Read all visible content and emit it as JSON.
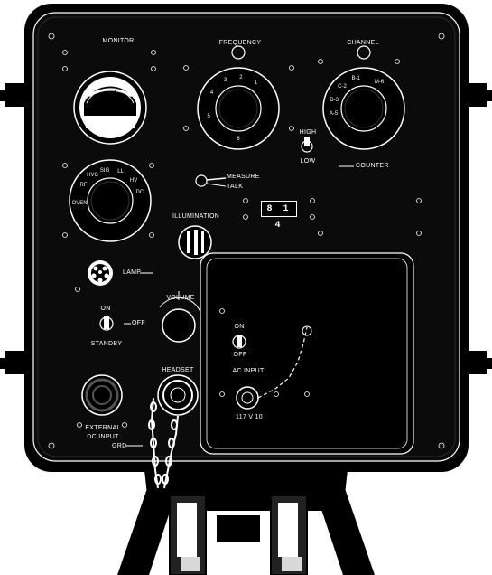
{
  "labels": {
    "monitor": "MONITOR",
    "frequency": "FREQUENCY",
    "channel": "CHANNEL",
    "high": "HIGH",
    "low": "LOW",
    "counter": "COUNTER",
    "measure": "MEASURE",
    "talk": "TALK",
    "illumination": "ILLUMINATION",
    "lamp": "LAMP",
    "volume": "VOLUME",
    "on_standby": "ON",
    "off_standby": "OFF",
    "standby": "STANDBY",
    "headset": "HEADSET",
    "external_dc_1": "EXTERNAL",
    "external_dc_2": "DC INPUT",
    "grd": "GRD",
    "on_ac": "ON",
    "off_ac": "OFF",
    "ac_input": "AC INPUT",
    "voltage": "117 V 10"
  },
  "counter_value": "8 1 4",
  "frequency_dial": [
    "1",
    "2",
    "3",
    "4",
    "5",
    "6"
  ],
  "channel_dial": [
    "A-5",
    "D-3",
    "C-2",
    "B-1",
    "M-6"
  ],
  "mode_dial": [
    "OVEN",
    "RF",
    "HVC",
    "SIG",
    "LL",
    "HV",
    "DC"
  ],
  "colors": {
    "panel": "#0b0b0b",
    "frame": "#1a1a1a",
    "ink": "#ffffff",
    "paper": "#ffffff"
  }
}
